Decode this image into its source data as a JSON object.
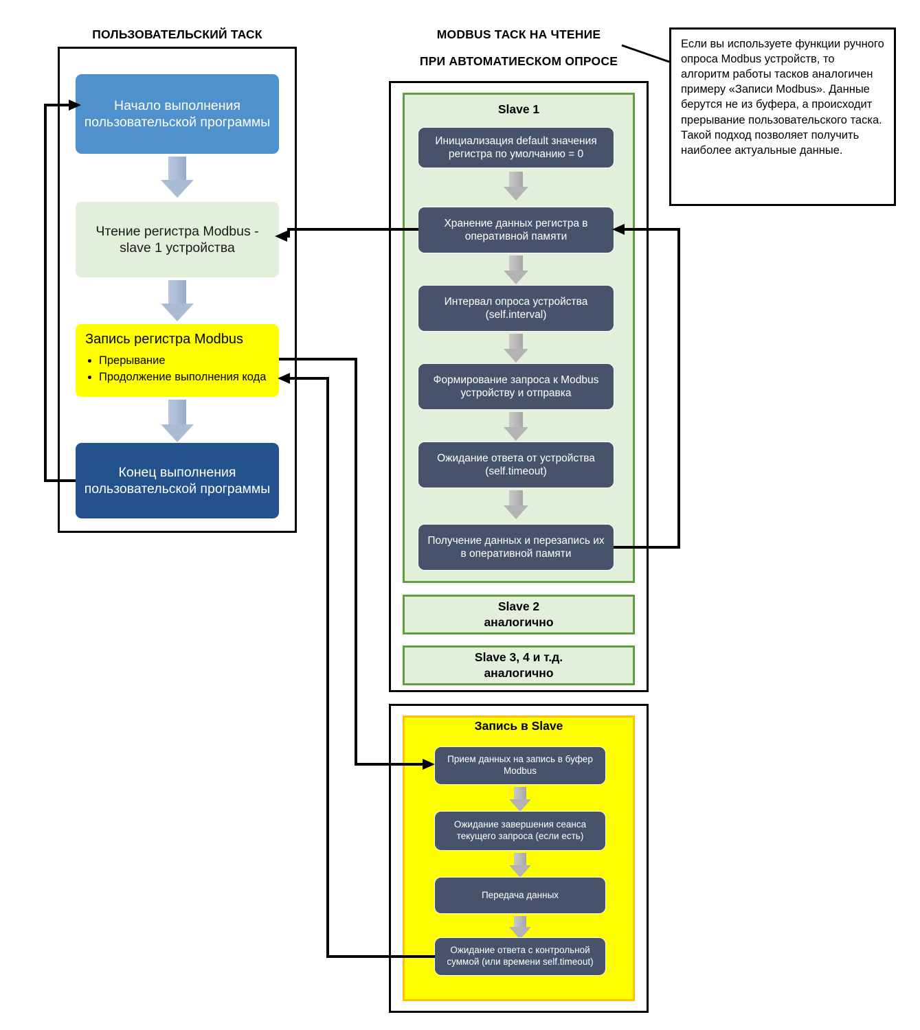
{
  "headings": {
    "left_column": "ПОЛЬЗОВАТЕЛЬСКИЙ ТАСК",
    "middle_column_line1": "MODBUS ТАСК НА ЧТЕНИЕ",
    "middle_column_line2": "ПРИ АВТОМАТИЕСКОМ ОПРОСЕ"
  },
  "user_task": {
    "start_box": "Начало выполнения пользовательской программы",
    "read_box": "Чтение регистра Modbus - slave 1 устройства",
    "write_box": {
      "title": "Запись регистра Modbus",
      "bullets": [
        "Прерывание",
        "Продолжение выполнения кода"
      ]
    },
    "end_box": "Конец выполнения пользовательской программы"
  },
  "modbus_read_task": {
    "slave1": {
      "label": "Slave 1",
      "steps": [
        "Инициализация default значения регистра по умолчанию = 0",
        "Хранение данных регистра в оперативной памяти",
        "Интервал опроса устройства (self.interval)",
        "Формирование запроса к Modbus устройству и отправка",
        "Ожидание ответа от устройства (self.timeout)",
        "Получение данных и перезапись их в оперативной памяти"
      ]
    },
    "slave2": {
      "line1": "Slave 2",
      "line2": "аналогично"
    },
    "slave_rest": {
      "line1": "Slave 3, 4 и т.д.",
      "line2": "аналогично"
    }
  },
  "modbus_write_task": {
    "title": "Запись в Slave",
    "steps": [
      "Прием данных на запись в буфер Modbus",
      "Ожидание завершения сеанса текущего запроса (если есть)",
      "Передача данных",
      "Ожидание ответа с контрольной суммой (или времени self.timeout)"
    ]
  },
  "note": {
    "text": "Если вы используете функции ручного опроса Modbus устройств, то алгоритм работы тасков аналогичен примеру «Записи Modbus». Данные берутся не из буфера, а происходит прерывание пользовательского таска. Такой подход позволяет получить наиболее актуальные данные."
  },
  "colors": {
    "blue_light": "#4f91cd",
    "blue_dark": "#23528c",
    "green_light": "#e2efdb",
    "green_border": "#5e9e3e",
    "yellow": "#ffff00",
    "yellow_border": "#ffc000",
    "slate": "#46536b",
    "arrow_blue": "#aabbd4",
    "arrow_grey": "#b3b3b3",
    "outline": "#000000"
  }
}
